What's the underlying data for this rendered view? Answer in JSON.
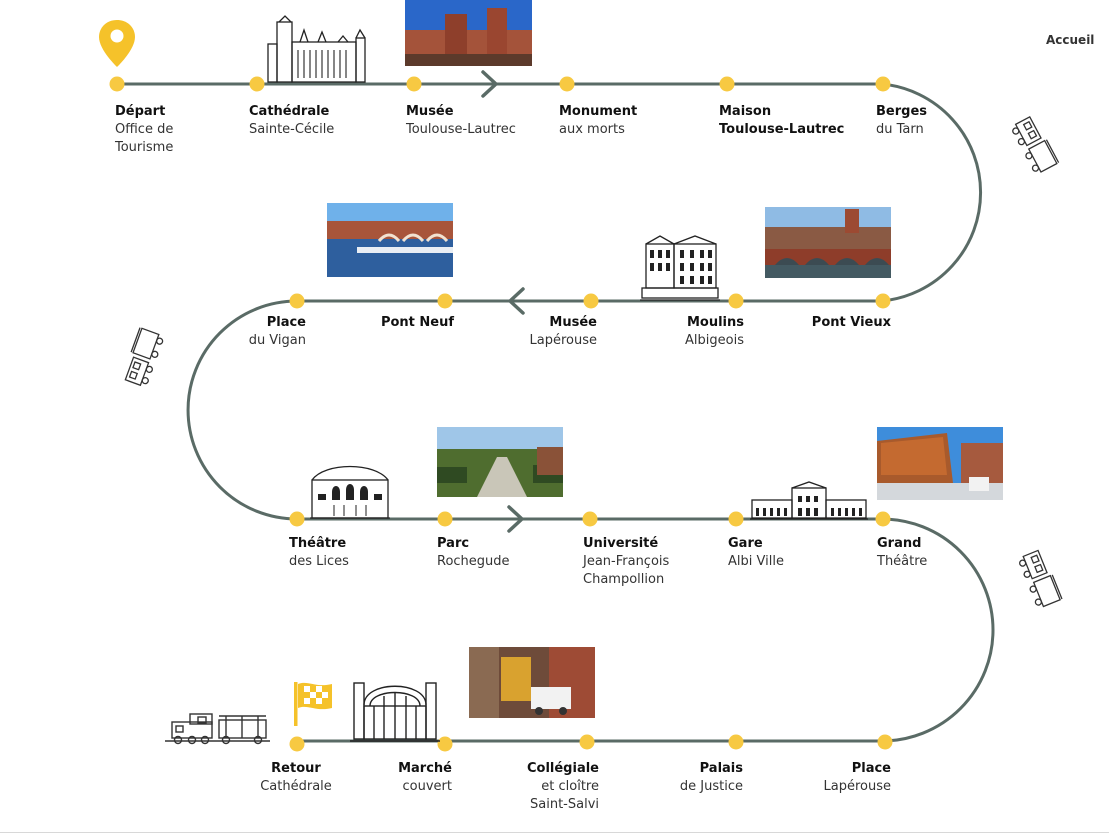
{
  "nav": {
    "home_label": "Accueil"
  },
  "colors": {
    "track": "#5a6b66",
    "stop": "#f7c942",
    "pin": "#f5c22a",
    "ink": "#111111"
  },
  "route": {
    "stops": [
      {
        "id": "depart",
        "line1": "Départ",
        "line2": "Office de",
        "line3": "Tourisme"
      },
      {
        "id": "cathedrale",
        "line1": "Cathédrale",
        "line2": "Sainte-Cécile"
      },
      {
        "id": "musee-tl",
        "line1": "Musée",
        "line2": "Toulouse-Lautrec"
      },
      {
        "id": "monument",
        "line1": "Monument",
        "line2": "aux morts"
      },
      {
        "id": "maison-tl",
        "line1": "Maison",
        "line2": "Toulouse-Lautrec"
      },
      {
        "id": "berges",
        "line1": "Berges",
        "line2": "du Tarn"
      },
      {
        "id": "pont-vieux",
        "line1": "Pont Vieux"
      },
      {
        "id": "moulins",
        "line1": "Moulins",
        "line2": "Albigeois"
      },
      {
        "id": "musee-laperouse",
        "line1": "Musée",
        "line2": "Lapérouse"
      },
      {
        "id": "pont-neuf",
        "line1": "Pont Neuf"
      },
      {
        "id": "place-vigan",
        "line1": "Place",
        "line2": "du Vigan"
      },
      {
        "id": "theatre-lices",
        "line1": "Théâtre",
        "line2": "des Lices"
      },
      {
        "id": "parc",
        "line1": "Parc",
        "line2": "Rochegude"
      },
      {
        "id": "universite",
        "line1": "Université",
        "line2": "Jean-François",
        "line3": "Champollion"
      },
      {
        "id": "gare",
        "line1": "Gare",
        "line2": "Albi Ville"
      },
      {
        "id": "grand-theatre",
        "line1": "Grand",
        "line2": "Théâtre"
      },
      {
        "id": "place-laperouse",
        "line1": "Place",
        "line2": "Lapérouse"
      },
      {
        "id": "palais",
        "line1": "Palais",
        "line2": "de Justice"
      },
      {
        "id": "collegiale",
        "line1": "Collégiale",
        "line2": "et cloître",
        "line3": "Saint-Salvi"
      },
      {
        "id": "marche",
        "line1": "Marché",
        "line2": "couvert"
      },
      {
        "id": "retour",
        "line1": "Retour",
        "line2": "Cathédrale"
      }
    ]
  },
  "icons": {
    "start": "map-pin-icon",
    "finish": "checkered-flag-icon",
    "train": "tourist-train-icon",
    "direction": "chevron-right-icon"
  }
}
